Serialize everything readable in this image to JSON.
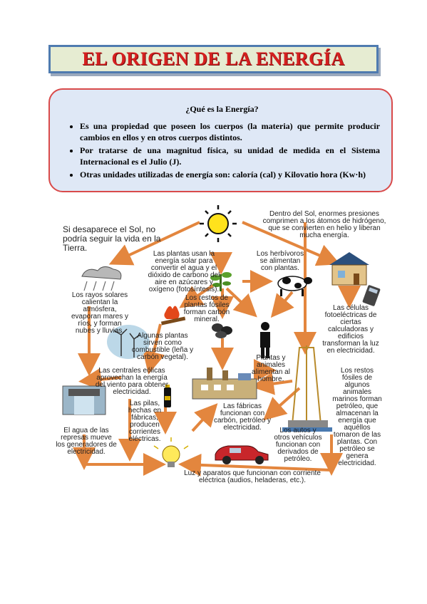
{
  "title": "EL ORIGEN DE LA ENERGÍA",
  "info": {
    "question": "¿Qué es la Energía?",
    "bullets": [
      "Es una propiedad que poseen los cuerpos (la materia) que permite producir cambios en ellos y en otros cuerpos distintos.",
      "Por tratarse de una magnitud física, su unidad de medida en el Sistema Internacional es el Julio (J).",
      "Otras unidades utilizadas de energía son: caloría (cal) y Kilovatio hora (Kw·h)"
    ]
  },
  "diagram": {
    "sol": "Si desaparece el Sol, no podría seguir la vida en la Tierra.",
    "dentro_sol": "Dentro del Sol, enormes presiones comprimen a los átomos de hidrógeno, que se convierten en helio y liberan mucha energía.",
    "plantas_solar": "Las plantas usan la energía solar para convertir el agua y el dióxido de carbono del aire en azúcares y oxígeno (fotosíntesis).",
    "herbivoros": "Los herbívoros se alimentan con plantas.",
    "rayos": "Los rayos solares calientan la atmósfera, evaporan mares y ríos, y forman nubes y lluvias.",
    "restos_plantas": "Los restos de plantas fósiles forman carbón mineral.",
    "celulas": "Las células fotoeléctricas de ciertas calculadoras y edificios transforman la luz en electricidad.",
    "combustible": "Algunas plantas sirven como combustible (leña y carbón vegetal).",
    "alimentan": "Plantas y animales alimentan al hombre.",
    "eolicas": "Las centrales eólicas aprovechan la energía del viento para obtener electricidad.",
    "restos_animales": "Los restos fósiles de algunos animales marinos forman petróleo, que almacenan la energía que aquéllos tomaron de las plantas. Con petróleo se genera electricidad.",
    "pilas": "Las pilas, hechas en fábricas, producen corrientes eléctricas.",
    "fabricas": "Las fábricas funcionan con carbón, petróleo y electricidad.",
    "agua": "El agua de las represas mueve los generadores de electricidad.",
    "autos": "Los autos y otros vehículos funcionan con derivados de petróleo.",
    "luz": "Luz y aparatos que funcionan con corriente eléctrica (audios, heladeras, etc.)."
  }
}
